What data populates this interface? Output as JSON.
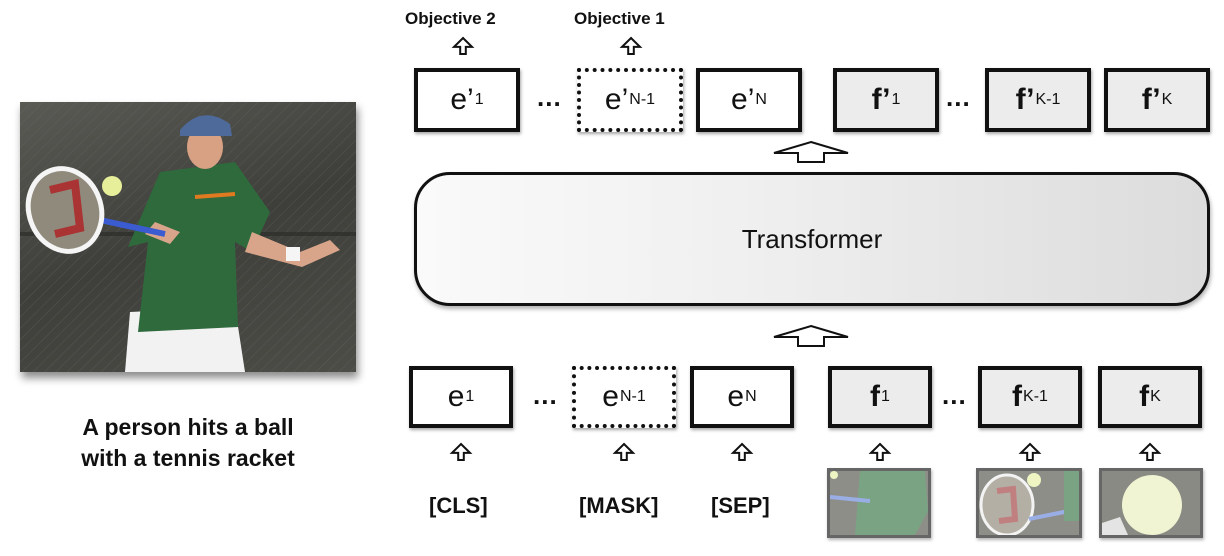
{
  "left": {
    "photo": {
      "description": "tennis player hitting ball with racket",
      "icon": "photo-tennis"
    },
    "caption_lines": [
      "A person hits a ball",
      "with a tennis racket"
    ]
  },
  "objectives": [
    {
      "label": "Objective 2"
    },
    {
      "label": "Objective 1"
    }
  ],
  "output_row": {
    "text_tokens": [
      {
        "base": "e’",
        "sub": "1",
        "masked": false
      },
      {
        "base": "e’",
        "sub": "N-1",
        "masked": true
      },
      {
        "base": "e’",
        "sub": "N",
        "masked": false
      }
    ],
    "image_tokens": [
      {
        "base": "f’",
        "sub": "1"
      },
      {
        "base": "f’",
        "sub": "K-1"
      },
      {
        "base": "f’",
        "sub": "K"
      }
    ],
    "ellipsis": "..."
  },
  "transformer": {
    "label": "Transformer"
  },
  "input_row": {
    "text_tokens": [
      {
        "base": "e",
        "sub": "1",
        "masked": false,
        "token": "[CLS]"
      },
      {
        "base": "e",
        "sub": "N-1",
        "masked": true,
        "token": "[MASK]"
      },
      {
        "base": "e",
        "sub": "N",
        "masked": false,
        "token": "[SEP]"
      }
    ],
    "image_tokens": [
      {
        "base": "f",
        "sub": "1",
        "region": "torso with racket handle"
      },
      {
        "base": "f",
        "sub": "K-1",
        "region": "racket and ball"
      },
      {
        "base": "f",
        "sub": "K",
        "region": "tennis ball close-up"
      }
    ],
    "ellipsis": "..."
  },
  "colors": {
    "box_border": "#111111",
    "image_box_fill": "#ececec",
    "text_box_fill": "#ffffff"
  }
}
